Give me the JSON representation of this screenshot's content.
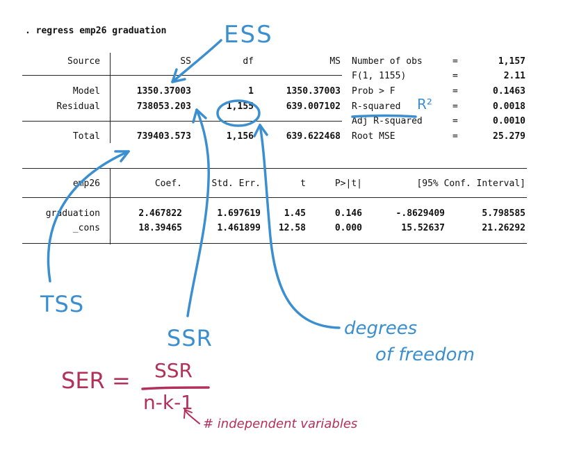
{
  "command": ". regress emp26 graduation",
  "anova": {
    "headers": {
      "source": "Source",
      "ss": "SS",
      "df": "df",
      "ms": "MS"
    },
    "model": {
      "label": "Model",
      "ss": "1350.37003",
      "df": "1",
      "ms": "1350.37003"
    },
    "residual": {
      "label": "Residual",
      "ss": "738053.203",
      "df": "1,155",
      "ms": "639.007102"
    },
    "total": {
      "label": "Total",
      "ss": "739403.573",
      "df": "1,156",
      "ms": "639.622468"
    }
  },
  "stats": [
    {
      "label": "Number of obs",
      "eq": "=",
      "value": "1,157"
    },
    {
      "label": "F(1, 1155)",
      "eq": "=",
      "value": "2.11"
    },
    {
      "label": "Prob > F",
      "eq": "=",
      "value": "0.1463"
    },
    {
      "label": "R-squared",
      "eq": "=",
      "value": "0.0018"
    },
    {
      "label": "Adj R-squared",
      "eq": "=",
      "value": "0.0010"
    },
    {
      "label": "Root MSE",
      "eq": "=",
      "value": "25.279"
    }
  ],
  "coef_table": {
    "headers": {
      "var": "emp26",
      "coef": "Coef.",
      "se": "Std. Err.",
      "t": "t",
      "p": "P>|t|",
      "ci": "[95% Conf. Interval]"
    },
    "rows": [
      {
        "var": "graduation",
        "coef": "2.467822",
        "se": "1.697619",
        "t": "1.45",
        "p": "0.146",
        "lo": "-.8629409",
        "hi": "5.798585"
      },
      {
        "var": "_cons",
        "coef": "18.39465",
        "se": "1.461899",
        "t": "12.58",
        "p": "0.000",
        "lo": "15.52637",
        "hi": "21.26292"
      }
    ]
  },
  "annotations": {
    "ess": "ESS",
    "r2": "R²",
    "tss": "TSS",
    "ssr": "SSR",
    "dof_line1": "degrees",
    "dof_line2": "of freedom",
    "ser_lhs": "SER =",
    "ser_num": "SSR",
    "ser_den": "n-k-1",
    "indep_note": "# independent variables"
  },
  "colors": {
    "blue_ink": "#3b8fd0",
    "red_ink": "#b3305a",
    "text": "#111111"
  }
}
